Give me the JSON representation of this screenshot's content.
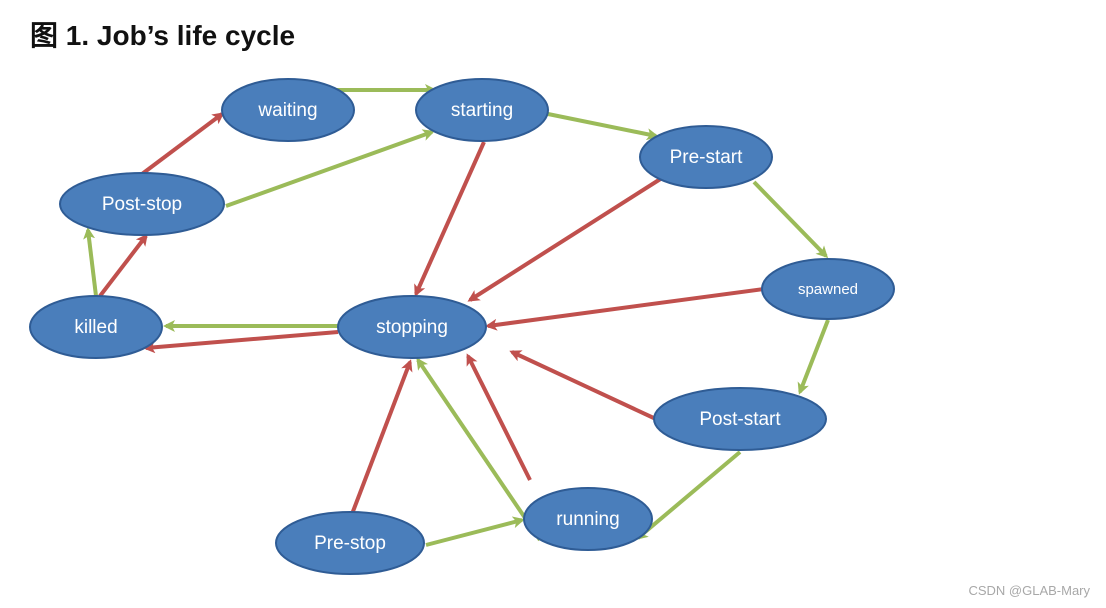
{
  "title": "图 1. Job’s life cycle",
  "watermark": "CSDN @GLAB-Mary",
  "colors": {
    "node_fill": "#4a7ebb",
    "node_stroke": "#2f5c95",
    "arrow_green": "#9bbb59",
    "arrow_red": "#c0504d"
  },
  "nodes": [
    {
      "id": "waiting",
      "label": "waiting"
    },
    {
      "id": "starting",
      "label": "starting"
    },
    {
      "id": "pre-start",
      "label": "Pre-start"
    },
    {
      "id": "post-stop",
      "label": "Post-stop"
    },
    {
      "id": "spawned",
      "label": "spawned"
    },
    {
      "id": "killed",
      "label": "killed"
    },
    {
      "id": "stopping",
      "label": "stopping"
    },
    {
      "id": "post-start",
      "label": "Post-start"
    },
    {
      "id": "running",
      "label": "running"
    },
    {
      "id": "pre-stop",
      "label": "Pre-stop"
    }
  ],
  "edges": [
    {
      "from": "waiting",
      "to": "starting",
      "color": "green"
    },
    {
      "from": "starting",
      "to": "pre-start",
      "color": "green"
    },
    {
      "from": "pre-start",
      "to": "spawned",
      "color": "green"
    },
    {
      "from": "spawned",
      "to": "post-start",
      "color": "green"
    },
    {
      "from": "post-start",
      "to": "running",
      "color": "green"
    },
    {
      "from": "pre-stop",
      "to": "running",
      "color": "green"
    },
    {
      "from": "running",
      "to": "stopping",
      "color": "green"
    },
    {
      "from": "stopping",
      "to": "killed",
      "color": "green"
    },
    {
      "from": "killed",
      "to": "post-stop",
      "color": "green"
    },
    {
      "from": "post-stop",
      "to": "starting",
      "color": "green"
    },
    {
      "from": "post-stop",
      "to": "waiting",
      "color": "red"
    },
    {
      "from": "killed",
      "to": "post-stop",
      "color": "red"
    },
    {
      "from": "stopping",
      "to": "killed",
      "color": "red"
    },
    {
      "from": "starting",
      "to": "stopping",
      "color": "red"
    },
    {
      "from": "pre-start",
      "to": "stopping",
      "color": "red"
    },
    {
      "from": "spawned",
      "to": "stopping",
      "color": "red"
    },
    {
      "from": "post-start",
      "to": "stopping",
      "color": "red"
    },
    {
      "from": "running",
      "to": "stopping",
      "color": "red"
    },
    {
      "from": "pre-stop",
      "to": "stopping",
      "color": "red"
    }
  ]
}
